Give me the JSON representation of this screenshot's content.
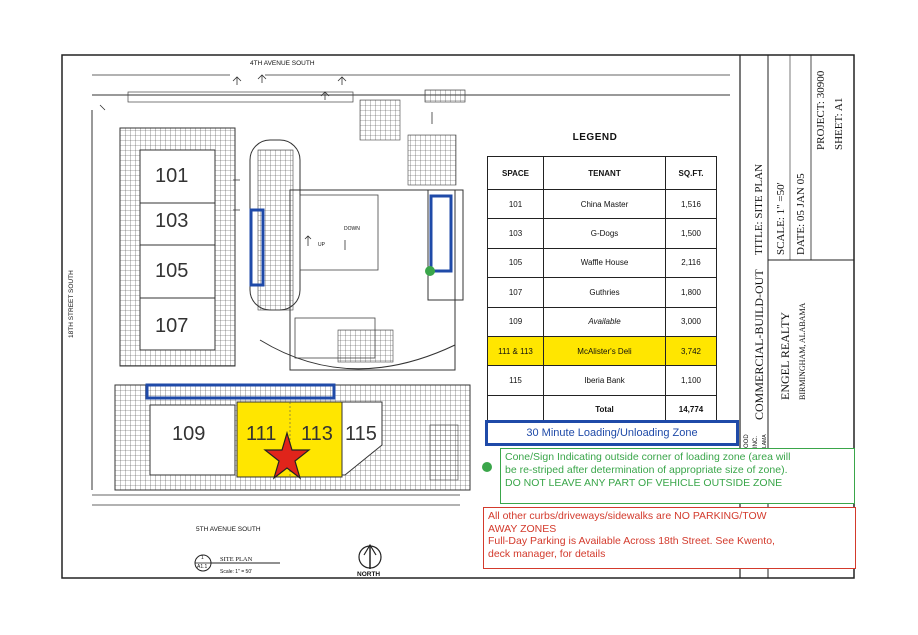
{
  "streets": {
    "north": "4TH AVENUE SOUTH",
    "south": "5TH AVENUE SOUTH",
    "west": "18TH STREET SOUTH"
  },
  "drawing_labels": {
    "up": "UP",
    "down": "DOWN",
    "site_plan_tag_top": "1",
    "site_plan_tag_bottom": "A1.1",
    "site_plan_title": "SITE PLAN",
    "site_plan_scale": "Scale: 1\" = 50'",
    "north": "NORTH"
  },
  "units": [
    {
      "id": "101",
      "label": "101"
    },
    {
      "id": "103",
      "label": "103"
    },
    {
      "id": "105",
      "label": "105"
    },
    {
      "id": "107",
      "label": "107"
    },
    {
      "id": "109",
      "label": "109"
    },
    {
      "id": "111",
      "label": "111"
    },
    {
      "id": "113",
      "label": "113"
    },
    {
      "id": "115",
      "label": "115"
    }
  ],
  "legend": {
    "title": "LEGEND",
    "headers": [
      "SPACE",
      "TENANT",
      "SQ.FT."
    ],
    "rows": [
      {
        "space": "101",
        "tenant": "China Master",
        "sqft": "1,516"
      },
      {
        "space": "103",
        "tenant": "G-Dogs",
        "sqft": "1,500"
      },
      {
        "space": "105",
        "tenant": "Waffle House",
        "sqft": "2,116"
      },
      {
        "space": "107",
        "tenant": "Guthries",
        "sqft": "1,800"
      },
      {
        "space": "109",
        "tenant": "Available",
        "sqft": "3,000"
      },
      {
        "space": "111 & 113",
        "tenant": "McAlister's Deli",
        "sqft": "3,742"
      },
      {
        "space": "115",
        "tenant": "Iberia Bank",
        "sqft": "1,100"
      }
    ],
    "total_label": "Total",
    "total_value": "14,774"
  },
  "callouts": {
    "loading_zone": "30 Minute Loading/Unloading Zone",
    "cone_sign_line1": "Cone/Sign Indicating outside corner of loading zone (area will",
    "cone_sign_line2": "be re-striped after determination of appropriate size of zone).",
    "cone_sign_line3": "DO NOT LEAVE ANY PART OF VEHICLE OUTSIDE ZONE",
    "parking_line1": "All other curbs/driveways/sidewalks are NO PARKING/TOW",
    "parking_line2": "AWAY ZONES",
    "parking_line3": "Full-Day Parking is Available Across 18th Street.  See Kwento,",
    "parking_line4": "deck manager, for details"
  },
  "title_block": {
    "title": "TITLE:  SITE  PLAN",
    "scale": "SCALE: 1\" =50'",
    "date": "DATE: 05 JAN 05",
    "project": "PROJECT: 30900",
    "sheet": "SHEET: A1",
    "line1": "COMMERCIAL-BUILD-OUT",
    "line2": "ENGEL REALTY",
    "line3": "BIRMINGHAM, ALABAMA",
    "cut_text_1": "OOD",
    "cut_text_2": "INC.",
    "cut_text_3": "LAMA"
  },
  "colors": {
    "highlight": "#ffe600",
    "loading_blue": "#1f4aa8",
    "cone_green": "#3aa64a",
    "warning_red": "#d33a2c",
    "star_red": "#e0241b"
  }
}
